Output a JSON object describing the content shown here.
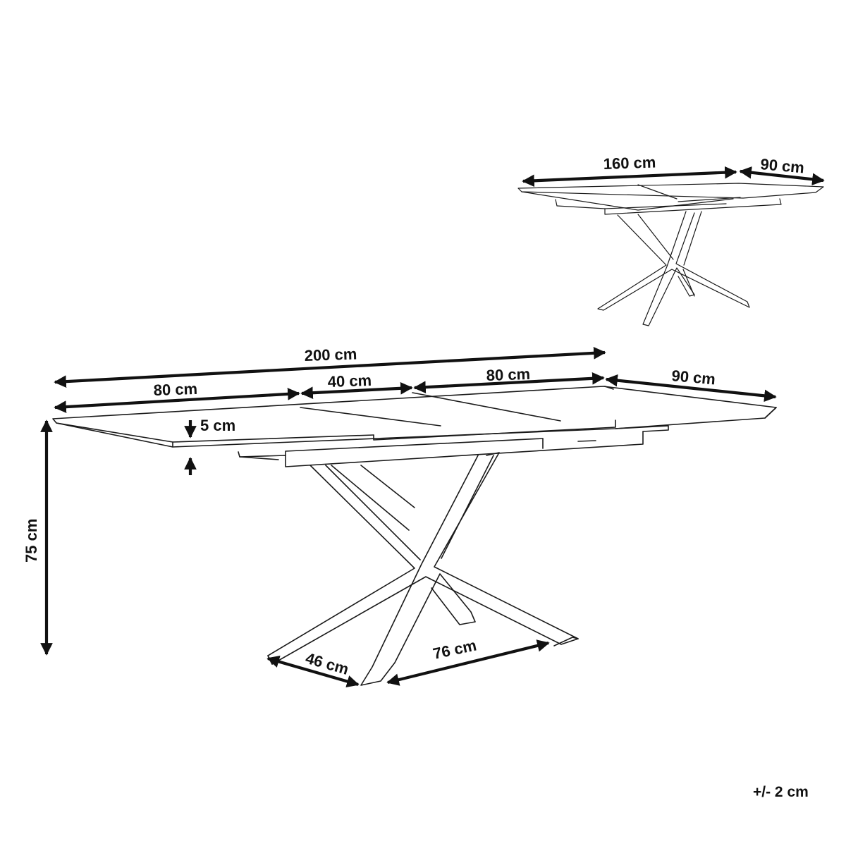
{
  "large_table": {
    "total_length": "200 cm",
    "leaf_left": "80 cm",
    "leaf_middle": "40 cm",
    "leaf_right": "80 cm",
    "width": "90 cm",
    "top_thickness": "5 cm",
    "height": "75 cm",
    "foot_spread_short": "46 cm",
    "foot_spread_long": "76 cm"
  },
  "small_table": {
    "length": "160 cm",
    "width": "90 cm"
  },
  "tolerance": "+/- 2 cm",
  "colors": {
    "line": "#1a1a1a",
    "background": "#ffffff"
  }
}
